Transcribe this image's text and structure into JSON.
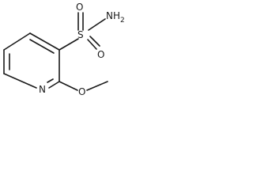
{
  "molecule": {
    "atoms": {
      "oxygen_top": "O",
      "oxygen_right": "O",
      "sulfur": "S",
      "amine": "NH",
      "amine_subscript": "2",
      "ring_nitrogen": "N",
      "methoxy_oxygen": "O"
    }
  }
}
